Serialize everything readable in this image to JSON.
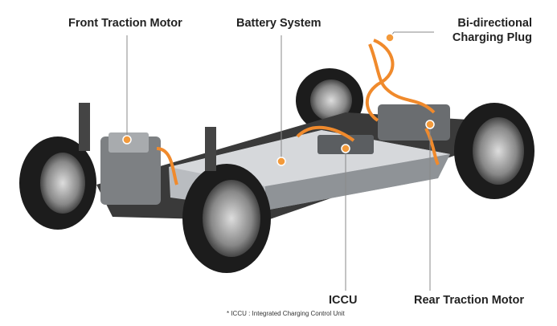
{
  "labels": {
    "front_motor": "Front Traction Motor",
    "battery": "Battery System",
    "charging_plug_line1": "Bi-directional",
    "charging_plug_line2": "Charging Plug",
    "iccu": "ICCU",
    "rear_motor": "Rear Traction Motor"
  },
  "footnote": "* ICCU : Integrated Charging Control Unit",
  "colors": {
    "accent": "#f39a3b",
    "text": "#222222"
  }
}
